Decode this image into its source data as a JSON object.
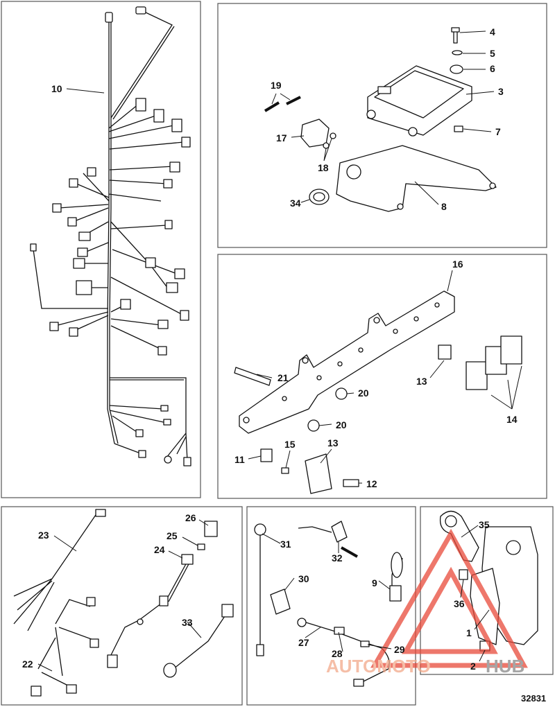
{
  "diagram_ref": "32831",
  "watermark": {
    "text_a": "AUTOMOTO",
    "text_b": "HUB",
    "color_a": "#f2a98a",
    "color_b": "#888888",
    "mark_color": "#e84a3a"
  },
  "callouts": {
    "c1": "1",
    "c2": "2",
    "c3": "3",
    "c4": "4",
    "c5": "5",
    "c6": "6",
    "c7": "7",
    "c8": "8",
    "c9": "9",
    "c10": "10",
    "c11": "11",
    "c12": "12",
    "c13a": "13",
    "c13b": "13",
    "c14": "14",
    "c15": "15",
    "c16": "16",
    "c17": "17",
    "c18": "18",
    "c19": "19",
    "c20a": "20",
    "c20b": "20",
    "c21": "21",
    "c22": "22",
    "c23": "23",
    "c24": "24",
    "c25": "25",
    "c26": "26",
    "c27": "27",
    "c28": "28",
    "c29": "29",
    "c30": "30",
    "c31": "31",
    "c32": "32",
    "c33": "33",
    "c34": "34",
    "c35": "35",
    "c36": "36"
  }
}
